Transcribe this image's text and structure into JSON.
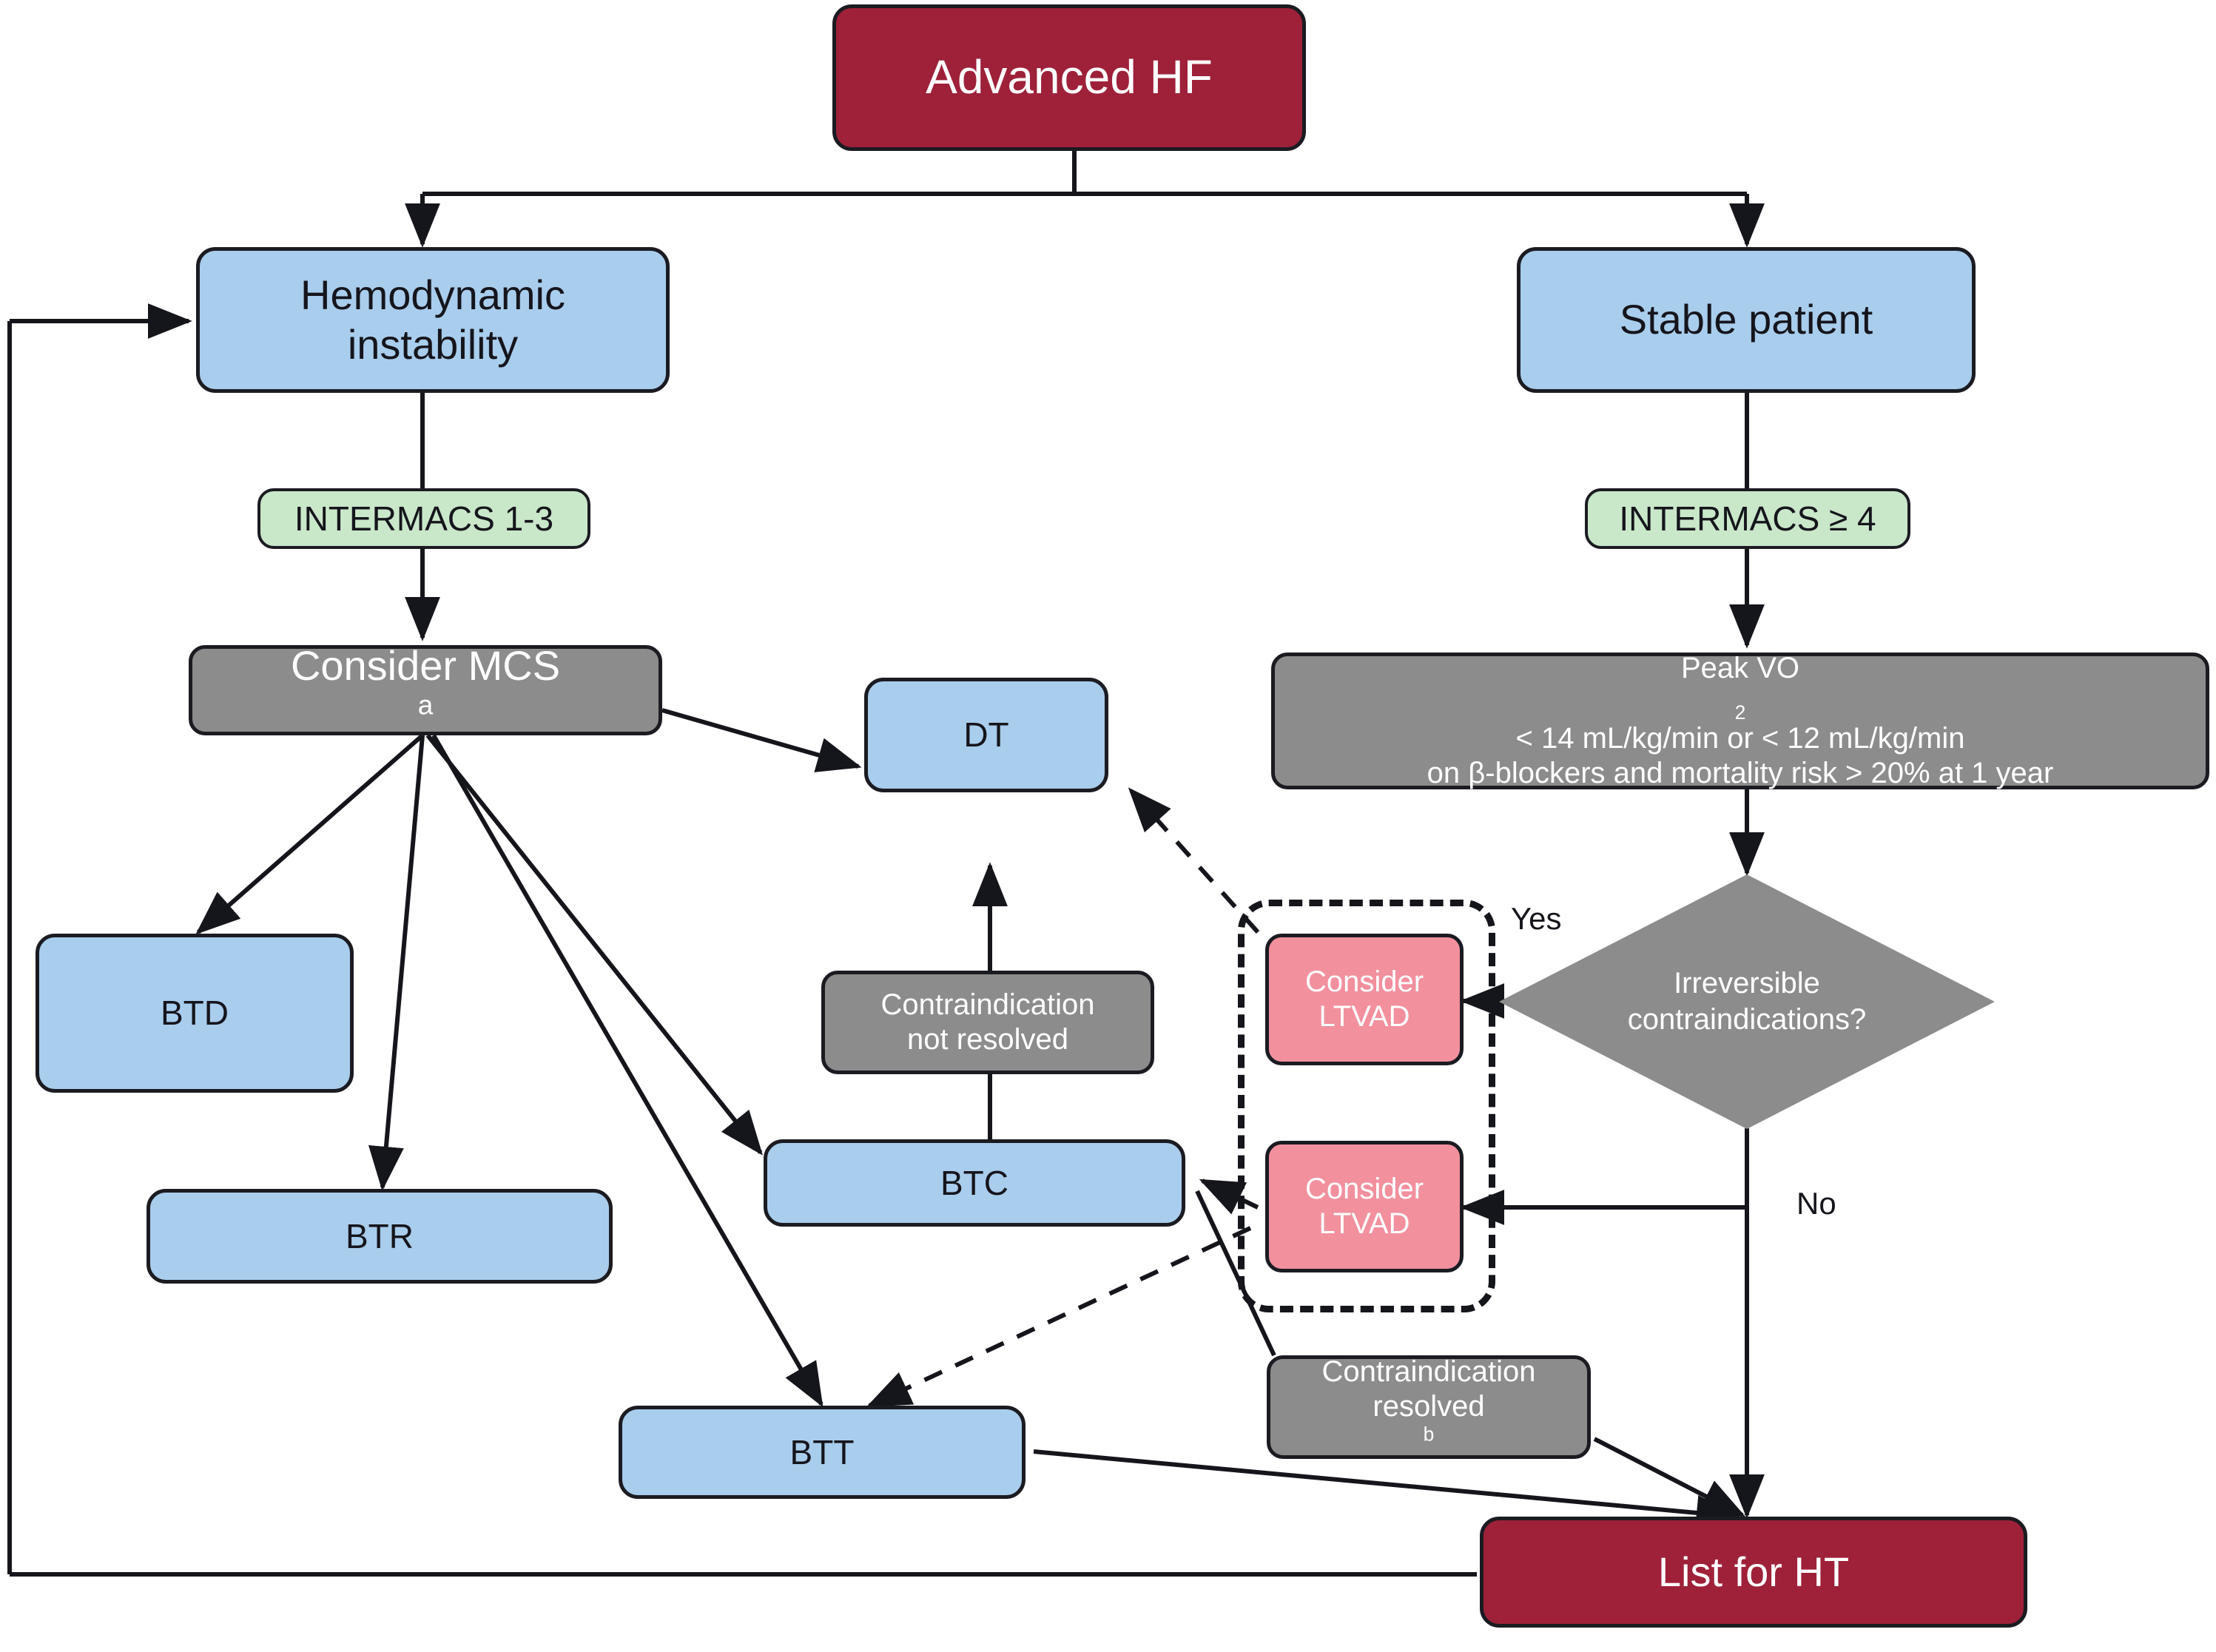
{
  "diagram": {
    "title": "Advanced heart failure management algorithm",
    "colors": {
      "red": "#9e2139",
      "blue": "#a9cdec",
      "gray": "#8c8c8c",
      "green": "#c9e7c9",
      "pink": "#f2909e",
      "outline": "#1b1b22"
    }
  },
  "nodes": {
    "advanced_hf": "Advanced HF",
    "hemodynamic_instability_l1": "Hemodynamic",
    "hemodynamic_instability_l2": "instability",
    "stable_patient": "Stable patient",
    "intermacs_1_3": "INTERMACS 1-3",
    "intermacs_ge4": "INTERMACS ≥ 4",
    "consider_mcs": "Consider MCS",
    "consider_mcs_sup": "a",
    "peak_vo2_pre": "Peak VO",
    "peak_vo2_sub": "2",
    "peak_vo2_l1_post": " < 14 mL/kg/min or < 12 mL/kg/min",
    "peak_vo2_l2": "on β-blockers and mortality risk > 20% at 1 year",
    "btd": "BTD",
    "btr": "BTR",
    "dt": "DT",
    "btc": "BTC",
    "btt": "BTT",
    "contraindication_not_resolved_l1": "Contraindication",
    "contraindication_not_resolved_l2": "not resolved",
    "contraindication_resolved_l1": "Contraindication",
    "contraindication_resolved_l2": "resolved",
    "contraindication_resolved_sup": "b",
    "consider_ltvad_top_l1": "Consider",
    "consider_ltvad_top_l2": "LTVAD",
    "consider_ltvad_bottom_l1": "Consider",
    "consider_ltvad_bottom_l2": "LTVAD",
    "irreversible_contraindications_l1": "Irreversible",
    "irreversible_contraindications_l2": "contraindications?",
    "list_for_ht": "List for HT"
  },
  "edge_labels": {
    "yes": "Yes",
    "no": "No"
  },
  "chart_data": {
    "type": "flowchart",
    "title": "Advanced HF treatment decision algorithm",
    "nodes": [
      {
        "id": "advanced_hf",
        "label": "Advanced HF",
        "shape": "rounded-rect",
        "fill": "#9e2139"
      },
      {
        "id": "hemodynamic_instability",
        "label": "Hemodynamic instability",
        "shape": "rounded-rect",
        "fill": "#a9cdec"
      },
      {
        "id": "stable_patient",
        "label": "Stable patient",
        "shape": "rounded-rect",
        "fill": "#a9cdec"
      },
      {
        "id": "intermacs_1_3",
        "label": "INTERMACS 1-3",
        "shape": "tag",
        "fill": "#c9e7c9"
      },
      {
        "id": "intermacs_ge4",
        "label": "INTERMACS ≥ 4",
        "shape": "tag",
        "fill": "#c9e7c9"
      },
      {
        "id": "consider_mcs",
        "label": "Consider MCSa",
        "shape": "rounded-rect",
        "fill": "#8c8c8c"
      },
      {
        "id": "peak_vo2",
        "label": "Peak VO2 < 14 mL/kg/min or < 12 mL/kg/min on β-blockers and mortality risk > 20% at 1 year",
        "shape": "rounded-rect",
        "fill": "#8c8c8c"
      },
      {
        "id": "btd",
        "label": "BTD",
        "shape": "rounded-rect",
        "fill": "#a9cdec"
      },
      {
        "id": "btr",
        "label": "BTR",
        "shape": "rounded-rect",
        "fill": "#a9cdec"
      },
      {
        "id": "dt",
        "label": "DT",
        "shape": "rounded-rect",
        "fill": "#a9cdec"
      },
      {
        "id": "btc",
        "label": "BTC",
        "shape": "rounded-rect",
        "fill": "#a9cdec"
      },
      {
        "id": "btt",
        "label": "BTT",
        "shape": "rounded-rect",
        "fill": "#a9cdec"
      },
      {
        "id": "contraindication_not_resolved",
        "label": "Contraindication not resolved",
        "shape": "rounded-rect",
        "fill": "#8c8c8c"
      },
      {
        "id": "contraindication_resolved",
        "label": "Contraindication resolvedb",
        "shape": "rounded-rect",
        "fill": "#8c8c8c"
      },
      {
        "id": "consider_ltvad_top",
        "label": "Consider LTVAD",
        "shape": "rounded-rect",
        "fill": "#f2909e"
      },
      {
        "id": "consider_ltvad_bottom",
        "label": "Consider LTVAD",
        "shape": "rounded-rect",
        "fill": "#f2909e"
      },
      {
        "id": "irreversible_contraindications",
        "label": "Irreversible contraindications?",
        "shape": "diamond",
        "fill": "#8c8c8c"
      },
      {
        "id": "list_for_ht",
        "label": "List for HT",
        "shape": "rounded-rect",
        "fill": "#9e2139"
      }
    ],
    "edges": [
      {
        "from": "advanced_hf",
        "to": "hemodynamic_instability",
        "style": "solid"
      },
      {
        "from": "advanced_hf",
        "to": "stable_patient",
        "style": "solid"
      },
      {
        "from": "hemodynamic_instability",
        "to": "consider_mcs",
        "style": "solid",
        "label": "INTERMACS 1-3"
      },
      {
        "from": "stable_patient",
        "to": "peak_vo2",
        "style": "solid",
        "label": "INTERMACS ≥ 4"
      },
      {
        "from": "consider_mcs",
        "to": "btd",
        "style": "solid"
      },
      {
        "from": "consider_mcs",
        "to": "btr",
        "style": "solid"
      },
      {
        "from": "consider_mcs",
        "to": "dt",
        "style": "solid"
      },
      {
        "from": "consider_mcs",
        "to": "btc",
        "style": "solid"
      },
      {
        "from": "consider_mcs",
        "to": "btt",
        "style": "solid"
      },
      {
        "from": "btc",
        "to": "dt",
        "style": "solid",
        "label": "Contraindication not resolved"
      },
      {
        "from": "peak_vo2",
        "to": "irreversible_contraindications",
        "style": "solid"
      },
      {
        "from": "irreversible_contraindications",
        "to": "consider_ltvad_top",
        "style": "solid",
        "label": "Yes"
      },
      {
        "from": "irreversible_contraindications",
        "to": "consider_ltvad_bottom",
        "style": "solid",
        "label": "No"
      },
      {
        "from": "irreversible_contraindications",
        "to": "list_for_ht",
        "style": "solid",
        "label": "No"
      },
      {
        "from": "consider_ltvad_top",
        "to": "dt",
        "style": "dashed"
      },
      {
        "from": "consider_ltvad_bottom",
        "to": "btc",
        "style": "solid"
      },
      {
        "from": "consider_ltvad_bottom",
        "to": "btt",
        "style": "dashed"
      },
      {
        "from": "btc",
        "to": "contraindication_resolved",
        "style": "solid"
      },
      {
        "from": "contraindication_resolved",
        "to": "list_for_ht",
        "style": "solid"
      },
      {
        "from": "btt",
        "to": "list_for_ht",
        "style": "solid"
      },
      {
        "from": "list_for_ht",
        "to": "hemodynamic_instability",
        "style": "solid"
      }
    ]
  }
}
